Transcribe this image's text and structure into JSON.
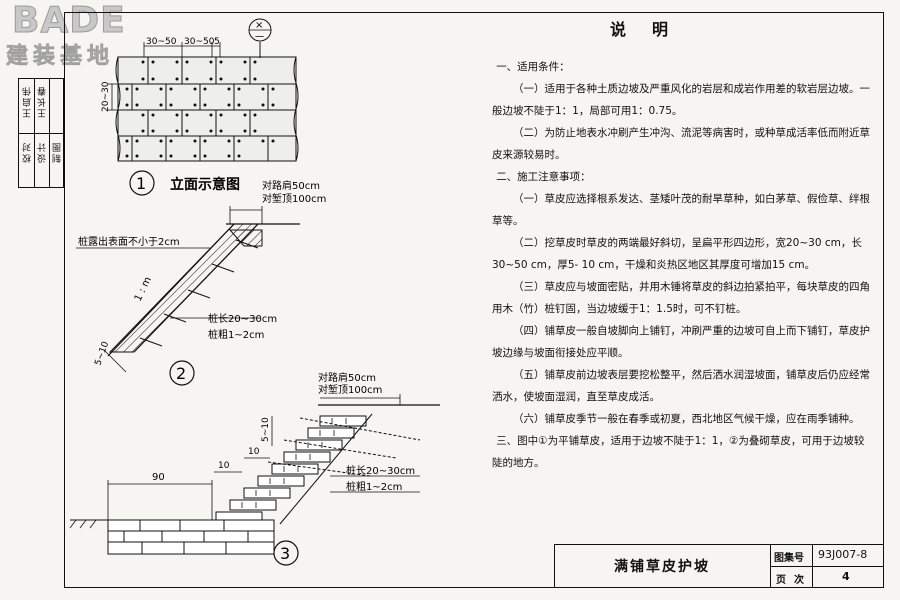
{
  "logo": {
    "brand": "BADE",
    "subtitle": "建装基地"
  },
  "approval_strip": {
    "row1": [
      "校对",
      "设计",
      "制图"
    ],
    "row2": [
      "王启伟",
      "王长春",
      ""
    ]
  },
  "figure1": {
    "number": "1",
    "title": "立面示意图",
    "dim_top_a": "30~50",
    "dim_top_b": "30~50",
    "dim_top_c": "5",
    "dim_side": "20~30",
    "section_mark_top": "×",
    "section_mark_bottom": "一"
  },
  "figure2": {
    "number": "2",
    "label_shoulder_1": "对路肩50cm",
    "label_shoulder_2": "对堑顶100cm",
    "label_stake_exposed": "桩露出表面不小于2cm",
    "label_slope": "1 : m",
    "label_stake_length": "桩长20~30cm",
    "label_stake_dia": "桩粗1~2cm",
    "label_thickness": "5~10"
  },
  "figure3": {
    "number": "3",
    "label_shoulder_1": "对路肩50cm",
    "label_shoulder_2": "对堑顶100cm",
    "label_thickness": "5~10",
    "label_stake_length": "桩长20~30cm",
    "label_stake_dia": "桩粗1~2cm",
    "dim_base": "90",
    "dim_step_a": "10",
    "dim_step_b": "10"
  },
  "notes": {
    "title": "说明",
    "sec1": "一、适用条件：",
    "p1": "（一）适用于各种土质边坡及严重风化的岩层和成岩作用差的软岩层边坡。一般边坡不陡于1：1，局部可用1：0.75。",
    "p2": "（二）为防止地表水冲刷产生冲沟、流泥等病害时，或种草成活率低而附近草皮来源较易时。",
    "sec2": "二、施工注意事项：",
    "p3": "（一）草皮应选择根系发达、茎矮叶茂的耐旱草种，如白茅草、假俭草、绊根草等。",
    "p4": "（二）挖草皮时草皮的两端最好斜切，呈扁平形四边形，宽20~30 cm，长30~50 cm，厚5- 10 cm，干燥和炎热区地区其厚度可增加15 cm。",
    "p5": "（三）草皮应与坡面密贴，并用木锤将草皮的斜边拍紧拍平，每块草皮的四角用木（竹）桩钉固，当边坡缓于1：1.5时，可不钉桩。",
    "p6": "（四）铺草皮一般自坡脚向上铺钉，冲刷严重的边坡可自上而下铺钉，草皮护坡边缘与坡面衔接处应平顺。",
    "p7": "（五）铺草皮前边坡表层要挖松整平，然后洒水润湿坡面，铺草皮后仍应经常洒水，使坡面湿润，直至草皮成活。",
    "p8": "（六）铺草皮季节一般在春季或初夏，西北地区气候干燥，应在雨季铺种。",
    "p9": "三、图中①为平铺草皮，适用于边坡不陡于1：1，②为叠砌草皮，可用于边坡较陡的地方。"
  },
  "title_block": {
    "title": "满铺草皮护坡",
    "atlas_label": "图集号",
    "atlas_value": "93J007-8",
    "page_label": "页次",
    "page_value": "4"
  }
}
